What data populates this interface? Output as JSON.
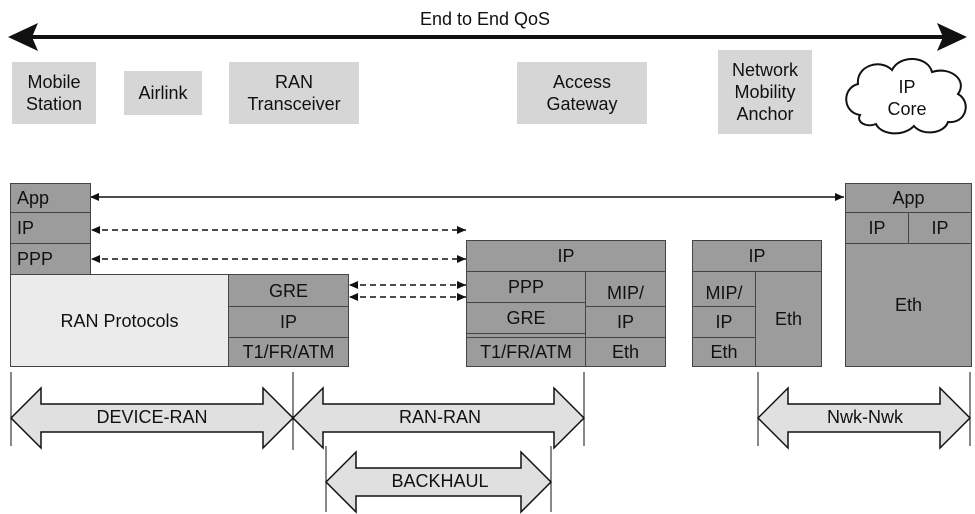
{
  "title": "End to End QoS",
  "nodes": {
    "mobile_station": "Mobile\nStation",
    "airlink": "Airlink",
    "ran_transceiver": "RAN\nTransceiver",
    "access_gateway": "Access\nGateway",
    "network_mobility_anchor": "Network\nMobility\nAnchor",
    "ip_core": "IP\nCore"
  },
  "mobile_stack": {
    "app": "App",
    "ip": "IP",
    "ppp": "PPP",
    "ran_protocols": "RAN Protocols"
  },
  "ran_stack": {
    "gre": "GRE",
    "ip": "IP",
    "t1": "T1/FR/ATM"
  },
  "gateway_stack": {
    "ip_top": "IP",
    "ppp": "PPP",
    "gre": "GRE",
    "ip": "IP",
    "t1": "T1/FR/ATM",
    "mip_gtp": "MIP/\nGTP",
    "ip_right": "IP",
    "eth_right": "Eth"
  },
  "anchor_stack": {
    "ip_top": "IP",
    "mip_gtp": "MIP/\nGTP",
    "ip": "IP",
    "eth": "Eth",
    "eth_tall": "Eth"
  },
  "core_stack": {
    "app": "App",
    "ip_left": "IP",
    "ip_right": "IP",
    "eth": "Eth"
  },
  "segments": {
    "device_ran": "DEVICE-RAN",
    "ran_ran": "RAN-RAN",
    "backhaul": "BACKHAUL",
    "nwk_nwk": "Nwk-Nwk"
  }
}
